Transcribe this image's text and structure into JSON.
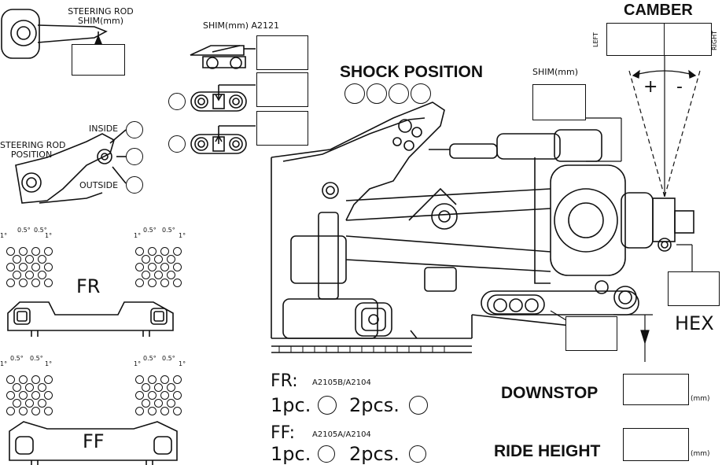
{
  "steering_rod_shim": {
    "label_line1": "STEERING ROD",
    "label_line2": "SHIM(mm)"
  },
  "shim_a2121": {
    "label": "SHIM(mm) A2121"
  },
  "steering_rod_position": {
    "label_line1": "STEERING ROD",
    "label_line2": "POSITION",
    "inside": "INSIDE",
    "outside": "OUTSIDE"
  },
  "shock_position": {
    "title": "SHOCK POSITION",
    "count": 4
  },
  "shim_mm": {
    "label": "SHIM(mm)"
  },
  "camber": {
    "title": "CAMBER",
    "left": "LEFT",
    "right": "RIGHT",
    "plus": "+",
    "minus": "-"
  },
  "hex": {
    "label": "HEX"
  },
  "arm_fr": {
    "label": "FR",
    "deg_outer": "1°",
    "deg_inner": "0.5°"
  },
  "arm_ff": {
    "label": "FF",
    "deg_outer": "1°",
    "deg_inner": "0.5°"
  },
  "fr_block": {
    "title": "FR:",
    "part": "A2105B/A2104",
    "opt1": "1pc.",
    "opt2": "2pcs."
  },
  "ff_block": {
    "title": "FF:",
    "part": "A2105A/A2104",
    "opt1": "1pc.",
    "opt2": "2pcs."
  },
  "downstop": {
    "title": "DOWNSTOP",
    "unit": "(mm)"
  },
  "ride_height": {
    "title": "RIDE HEIGHT",
    "unit": "(mm)"
  }
}
